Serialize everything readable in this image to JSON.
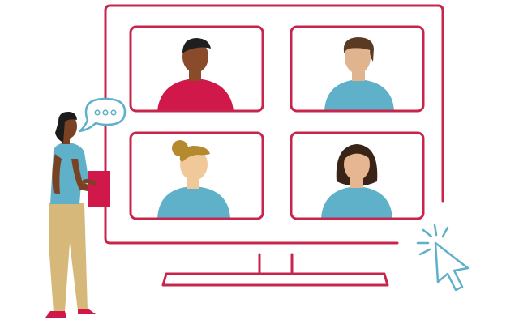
{
  "scene": {
    "subject": "video-conference-illustration",
    "participants": [
      {
        "position": "top-left",
        "skin": "#8a4b2a",
        "hair": "#1f1f1f",
        "shirt": "#d1184a"
      },
      {
        "position": "top-right",
        "skin": "#e0b48f",
        "hair": "#5a3a22",
        "shirt": "#5fb0c9"
      },
      {
        "position": "bottom-left",
        "skin": "#f0c89a",
        "hair": "#b58a2e",
        "shirt": "#5fb0c9"
      },
      {
        "position": "bottom-right",
        "skin": "#e6b591",
        "hair": "#3a2418",
        "shirt": "#5fb0c9"
      }
    ],
    "presenter": {
      "skin": "#7a4222",
      "hair": "#1b1b1b",
      "shirt": "#5fb0c9",
      "pants": "#d5b87a",
      "shoes": "#d1184a",
      "folder": "#d1184a"
    },
    "colors": {
      "frame": "#c8254d",
      "accent_blue": "#5fb0c9",
      "accent_red": "#d1184a"
    }
  }
}
